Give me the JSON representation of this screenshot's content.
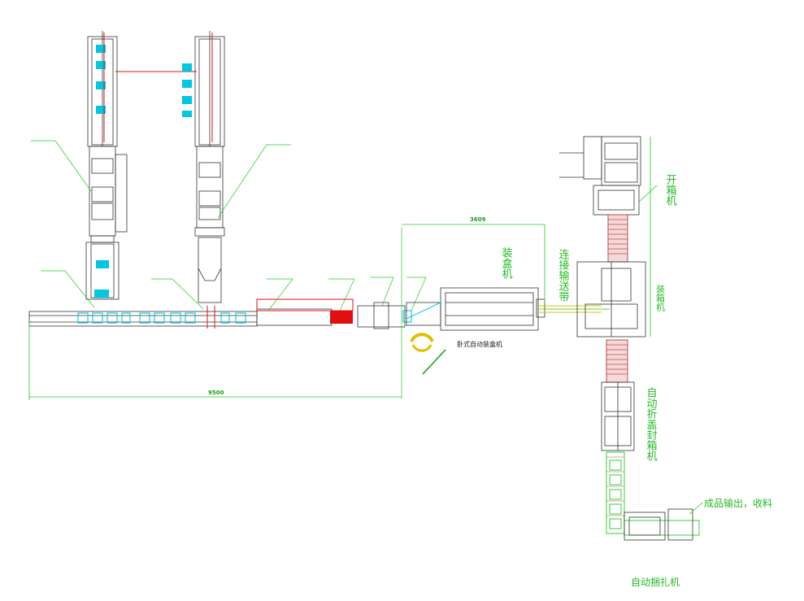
{
  "labels": {
    "box_packer": "装盒机",
    "horizontal_cartoner": "卧式自动装盒机",
    "connecting_conveyor": "连接输送带",
    "case_erector": "开箱机",
    "case_packer": "装箱机",
    "case_sealer": "自动折盖封箱机",
    "output": "成品输出，收料",
    "strapping": "自动捆扎机"
  },
  "dimensions": {
    "top_span": "3609",
    "main_span": "9500"
  },
  "colors": {
    "leader": "#22cc22",
    "dimension": "#18a018",
    "machine": "#333333",
    "cyan": "#00c8e0",
    "red": "#e01010",
    "conveyor_red": "#b85050"
  }
}
